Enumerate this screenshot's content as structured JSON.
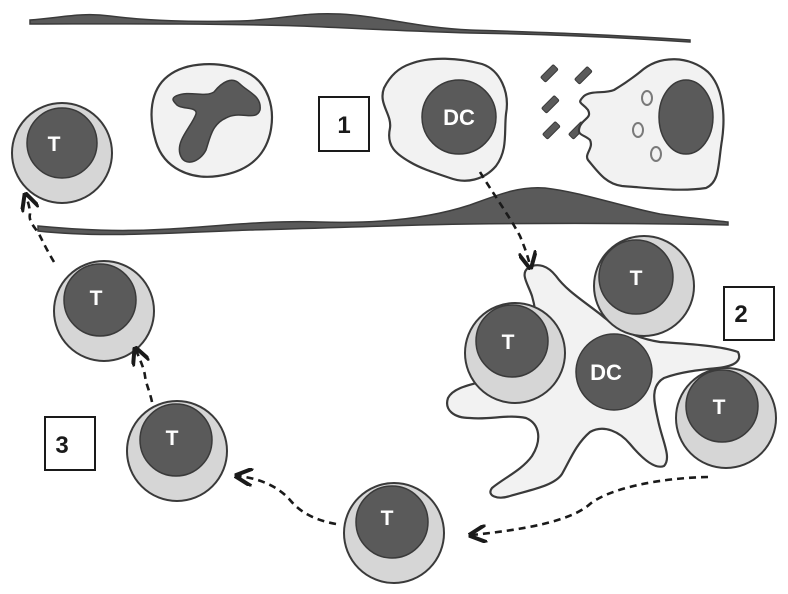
{
  "steps": {
    "one": "1",
    "two": "2",
    "three": "3"
  },
  "labels": {
    "dc": "DC",
    "t": "T"
  },
  "colors": {
    "cell_fill": "#f2f2f2",
    "nucleus": "#5a5a5a",
    "t_outer": "#d6d6d6",
    "stroke": "#3a3a3a",
    "vessel_wall": "#5a5a5a"
  }
}
